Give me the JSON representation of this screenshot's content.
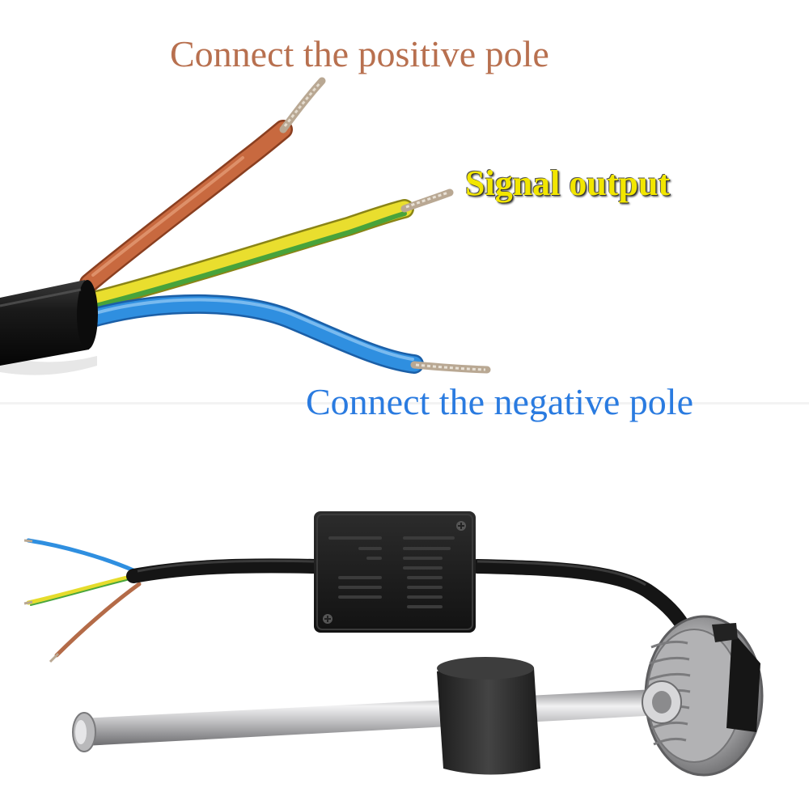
{
  "labels": {
    "positive": {
      "text": "Connect the positive pole",
      "color": "#b8704f"
    },
    "signal": {
      "text": "Signal output",
      "color": "#f2e600"
    },
    "negative": {
      "text": "Connect the negative pole",
      "color": "#2a7be0"
    }
  },
  "colors": {
    "background": "#ffffff",
    "cable_jacket": "#141414",
    "wire_brown": "#c4663e",
    "wire_yellow": "#e6dc2c",
    "wire_green": "#4aa63c",
    "wire_blue": "#2f8fe0",
    "copper": "#b9a893",
    "steel": "#c9c9cb",
    "float": "#2f2f2f",
    "junction_box": "#1c1c1c"
  }
}
